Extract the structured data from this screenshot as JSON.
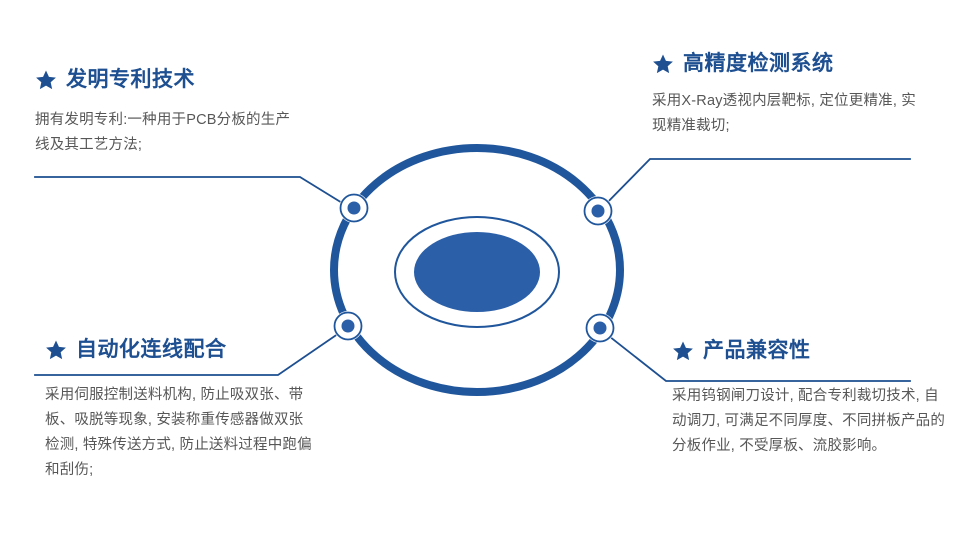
{
  "theme": {
    "brand_blue": "#1d4f91",
    "ring_blue": "#20569c",
    "body_gray": "#575757",
    "background": "#ffffff"
  },
  "center_graphic": {
    "icon": "concentric-ellipses-network",
    "node_count": 4
  },
  "features": [
    {
      "id": "top-left",
      "star": "star-icon",
      "title": "发明专利技术",
      "body": "拥有发明专利:一种用于PCB分板的生产线及其工艺方法;"
    },
    {
      "id": "top-right",
      "star": "star-icon",
      "title": "高精度检测系统",
      "body": "采用X-Ray透视内层靶标, 定位更精准, 实现精准裁切;"
    },
    {
      "id": "bottom-left",
      "star": "star-icon",
      "title": "自动化连线配合",
      "body": "采用伺服控制送料机构, 防止吸双张、带板、吸脱等现象, 安装称重传感器做双张检测, 特殊传送方式, 防止送料过程中跑偏和刮伤;"
    },
    {
      "id": "bottom-right",
      "star": "star-icon",
      "title": "产品兼容性",
      "body": "采用钨钢闸刀设计, 配合专利裁切技术, 自动调刀, 可满足不同厚度、不同拼板产品的分板作业, 不受厚板、流胶影响。"
    }
  ]
}
